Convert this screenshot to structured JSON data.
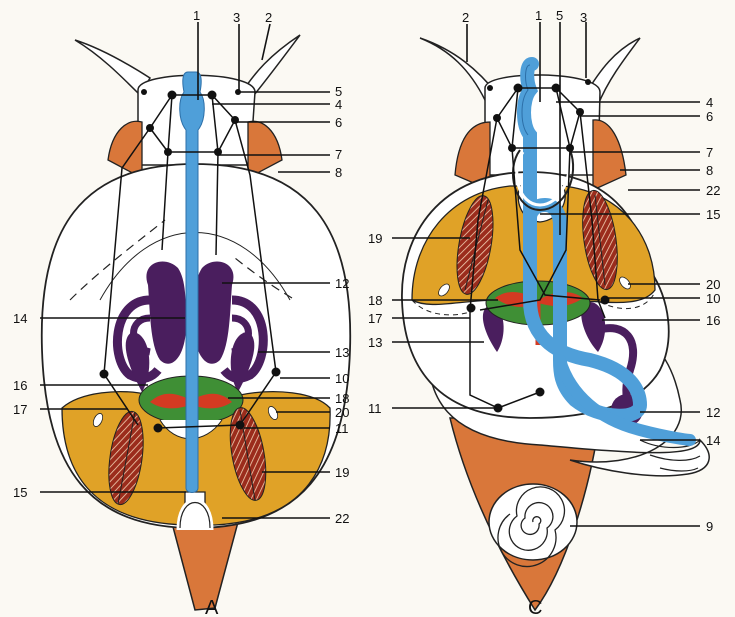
{
  "panels": [
    {
      "id": "A",
      "label": "A",
      "labels": {
        "l1": "1",
        "l2": "2",
        "l3": "3",
        "l4": "4",
        "l5": "5",
        "l6": "6",
        "l7": "7",
        "l8": "8",
        "l10": "10",
        "l11": "11",
        "l12": "12",
        "l13": "13",
        "l14": "14",
        "l15": "15",
        "l16": "16",
        "l17": "17",
        "l18": "18",
        "l19": "19",
        "l20": "20",
        "l22": "22"
      }
    },
    {
      "id": "C",
      "label": "C",
      "labels": {
        "l1": "1",
        "l2": "2",
        "l3": "3",
        "l4": "4",
        "l5": "5",
        "l6": "6",
        "l7": "7",
        "l8": "8",
        "l9": "9",
        "l10": "10",
        "l11": "11",
        "l12": "12",
        "l13": "13",
        "l14": "14",
        "l15": "15",
        "l16": "16",
        "l17": "17",
        "l18": "18",
        "l19": "19",
        "l20": "20",
        "l22": "22"
      }
    }
  ],
  "colors": {
    "foot": "#d9773a",
    "mantle": "#e0a227",
    "gut": "#4f9fd9",
    "kidney": "#4a1e5e",
    "heart": "#d43a22",
    "pericardium": "#3f8f35",
    "gill": "#9b2c1c",
    "body": "#ffffff",
    "outline": "#222222"
  }
}
